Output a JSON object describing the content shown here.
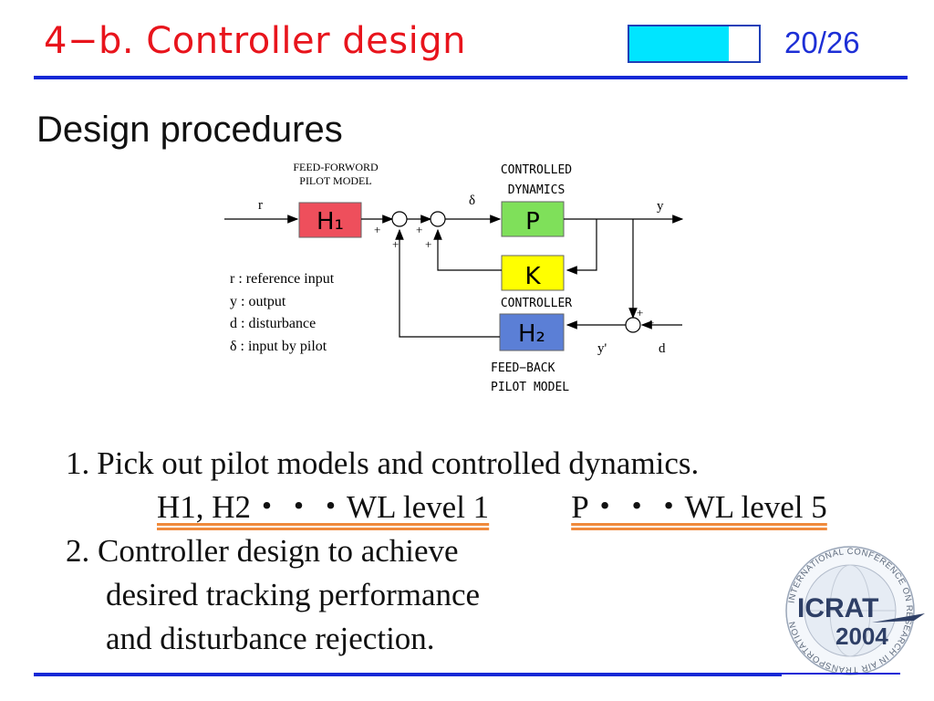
{
  "header": {
    "title": "4−b. Controller design",
    "page": "20/26",
    "progress": 0.77
  },
  "subtitle": "Design procedures",
  "diagram": {
    "labels": {
      "ff_model": [
        "FEED-FORWORD",
        "PILOT MODEL"
      ],
      "controlled": [
        "CONTROLLED",
        "DYNAMICS"
      ],
      "controller": "CONTROLLER",
      "fb_model": [
        "FEED−BACK",
        "PILOT MODEL"
      ],
      "r": "r",
      "delta": "δ",
      "y": "y",
      "y_prime": "y'",
      "d": "d"
    },
    "blocks": {
      "h1": "H₁",
      "p": "P",
      "k": "K",
      "h2": "H₂"
    },
    "legend": [
      "r : reference input",
      "y : output",
      "d : disturbance",
      "δ : input by pilot"
    ],
    "signs": [
      "+",
      "+",
      "+",
      "+",
      "+",
      "+"
    ]
  },
  "steps": {
    "s1_num": "1.",
    "s1_text": "Pick out pilot models and controlled dynamics.",
    "s1_sub_a": "H1, H2・・・WL level 1",
    "s1_sub_b": "P・・・WL level 5",
    "s2_line1": "2. Controller design to achieve",
    "s2_line2": "desired tracking performance",
    "s2_line3": "and disturbance rejection."
  },
  "logo": {
    "ring_text": "INTERNATIONAL CONFERENCE ON RESEARCH IN AIR TRANSPORTATION",
    "name": "ICRAT",
    "year": "2004"
  },
  "colors": {
    "title": "#e8141c",
    "rule": "#1428d6",
    "progress": "#00e5ff",
    "h_block": "#ee4f5c",
    "p_block": "#7fe05a",
    "k_block": "#ffff00",
    "h2_block": "#5b7fd6"
  }
}
